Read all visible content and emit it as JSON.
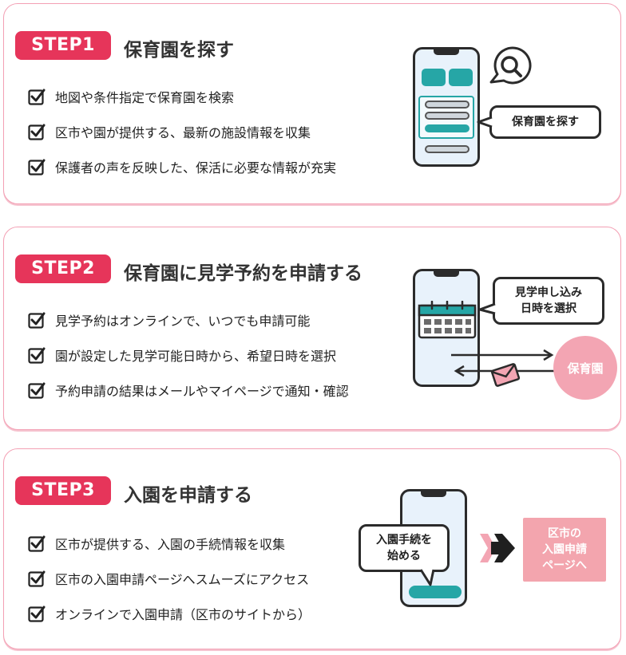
{
  "steps": [
    {
      "badge": "STEP1",
      "title": "保育園を探す",
      "items": [
        "地図や条件指定で保育園を検索",
        "区市や園が提供する、最新の施設情報を収集",
        "保護者の声を反映した、保活に必要な情報が充実"
      ],
      "bubble": "保育園を探す"
    },
    {
      "badge": "STEP2",
      "title": "保育園に見学予約を申請する",
      "items": [
        "見学予約はオンラインで、いつでも申請可能",
        "園が設定した見学可能日時から、希望日時を選択",
        "予約申請の結果はメールやマイページで通知・確認"
      ],
      "bubble_line1": "見学申し込み",
      "bubble_line2": "日時を選択",
      "circle": "保育園"
    },
    {
      "badge": "STEP3",
      "title": "入園を申請する",
      "items": [
        "区市が提供する、入園の手続情報を収集",
        "区市の入園申請ページへスムーズにアクセス",
        "オンラインで入園申請（区市のサイトから）"
      ],
      "bubble_line1": "入園手続を",
      "bubble_line2": "始める",
      "box_line1": "区市の",
      "box_line2": "入園申請",
      "box_line3": "ページへ"
    }
  ],
  "colors": {
    "accent": "#e6355a",
    "teal": "#26a6a6",
    "pink": "#f3a5b3",
    "border": "#f3a0b4"
  },
  "icons": [
    "check-icon",
    "search-icon",
    "calendar-icon",
    "mail-icon",
    "arrow-right-icon"
  ]
}
